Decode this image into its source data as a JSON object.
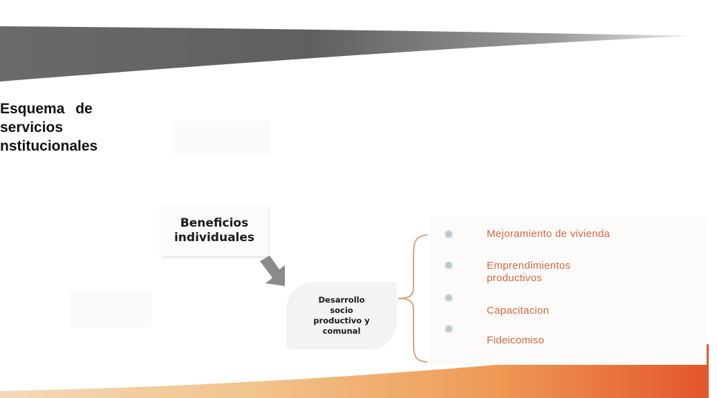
{
  "title": {
    "line1": "Esquema  de",
    "line2": "servicios",
    "line3": "nstitucionales"
  },
  "nodes": {
    "beneficios": {
      "line1": "Beneficios",
      "line2": "individuales"
    },
    "desarrollo": {
      "line1": "Desarrollo",
      "line2": "socio",
      "line3": "productivo y",
      "line4": "comunal"
    }
  },
  "items": [
    {
      "line1": "Mejoramiento de vivienda",
      "line2": ""
    },
    {
      "line1": "Emprendimientos",
      "line2": "productivos"
    },
    {
      "line1": "Capacitacion",
      "line2": ""
    },
    {
      "line1": "Fideicomiso",
      "line2": ""
    }
  ],
  "colors": {
    "item_text": "#d4673d",
    "top_band": "#6a6a6a",
    "bottom_band": "#e8642a"
  }
}
